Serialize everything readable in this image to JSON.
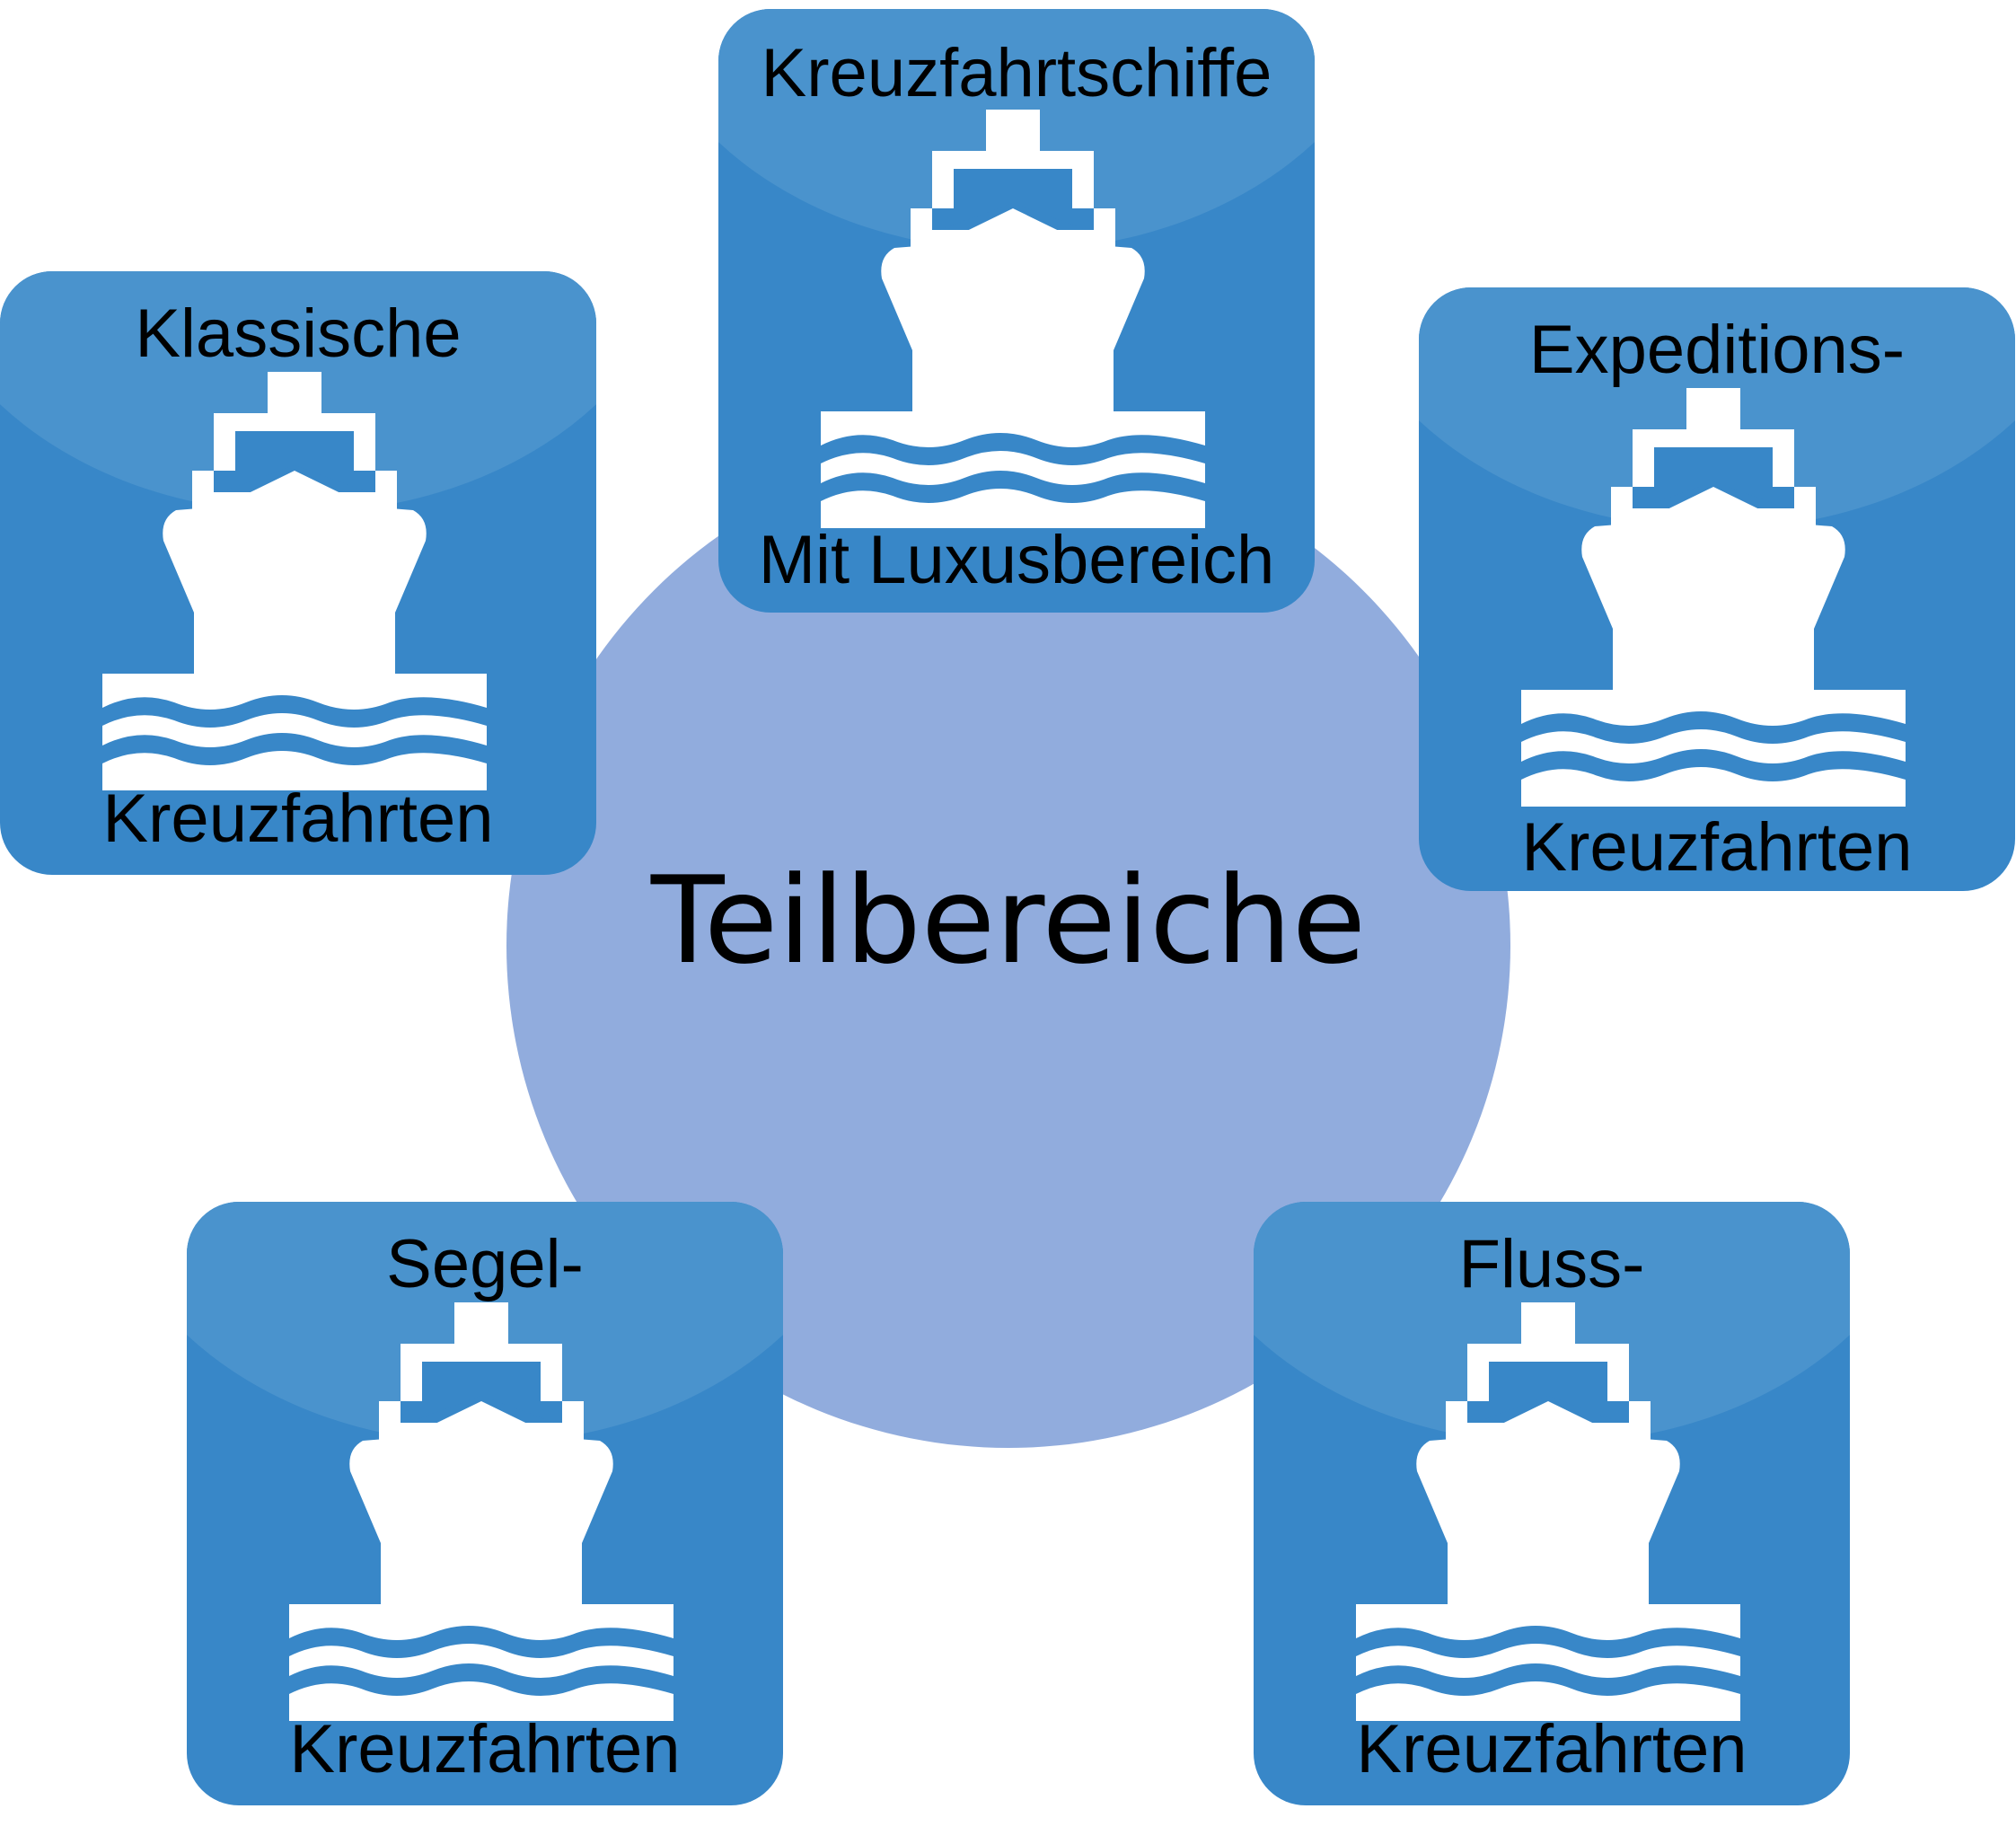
{
  "center": {
    "label": "Teilbereiche"
  },
  "tiles": [
    {
      "id": "classic",
      "top_line": "Klassische",
      "bottom_line": "Kreuzfahrten"
    },
    {
      "id": "luxury",
      "top_line": "Kreuzfahrtschiffe",
      "bottom_line": "Mit Luxusbereich"
    },
    {
      "id": "expedition",
      "top_line": "Expeditions-",
      "bottom_line": "Kreuzfahrten"
    },
    {
      "id": "sailing",
      "top_line": "Segel-",
      "bottom_line": "Kreuzfahrten"
    },
    {
      "id": "river",
      "top_line": "Fluss-",
      "bottom_line": "Kreuzfahrten"
    }
  ],
  "icon": "ship-icon",
  "colors": {
    "circle": "#91acdd",
    "tile": "#3887c8",
    "tile_highlight": "#4a93cd",
    "icon": "#ffffff"
  }
}
